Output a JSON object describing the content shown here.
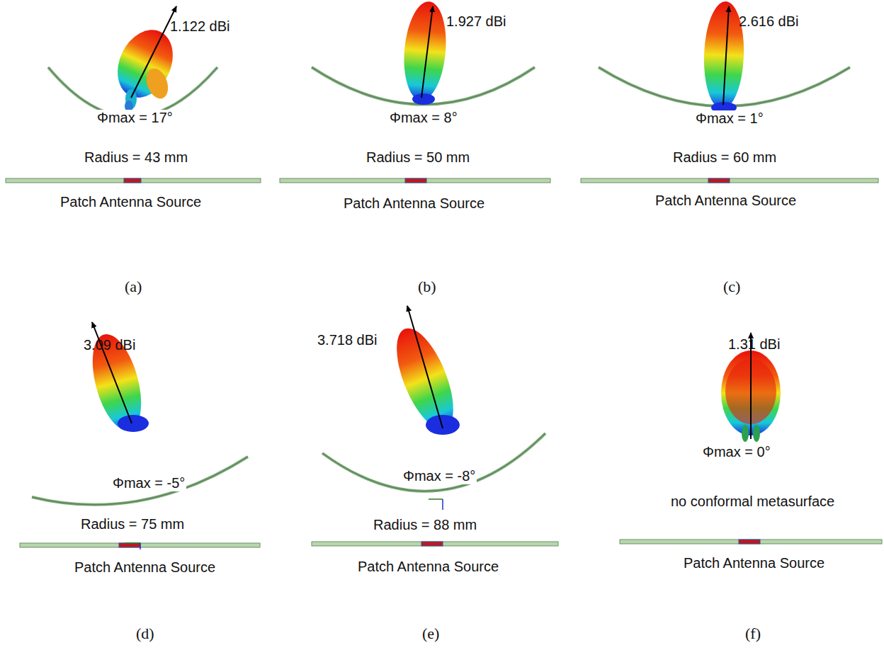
{
  "diagram": {
    "labels": [
      "1.122 dBi",
      "Φmax = 17°",
      "Radius = 43 mm",
      "Patch Antenna Source",
      "(a)",
      "1.927 dBi",
      "Φmax = 8°",
      "Radius = 50 mm",
      "Patch Antenna Source",
      "(b)",
      "2.616 dBi",
      "Φmax = 1°",
      "Radius = 60 mm",
      "Patch Antenna Source",
      "(c)",
      "3.09 dBi",
      "Φmax = -5°",
      "Radius = 75 mm",
      "Patch Antenna Source",
      "(d)",
      "3.718 dBi",
      "Φmax = -8°",
      "Radius = 88 mm",
      "Patch Antenna Source",
      "(e)",
      "1.31 dBi",
      "Φmax = 0°",
      "no conformal metasurface",
      "Patch Antenna Source",
      "(f)"
    ]
  }
}
